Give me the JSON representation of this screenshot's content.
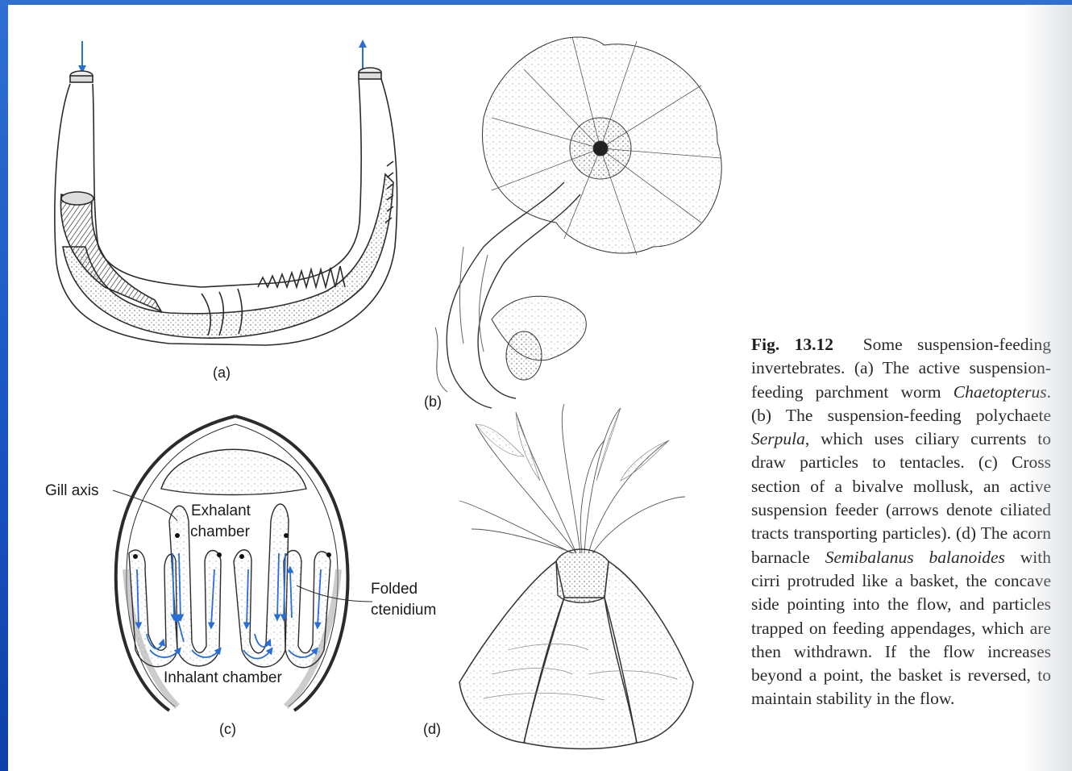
{
  "figure": {
    "panels": {
      "a": "(a)",
      "b": "(b)",
      "c": "(c)",
      "d": "(d)"
    },
    "labels": {
      "gill_axis": "Gill axis",
      "exhalant": "Exhalant",
      "chamber": "chamber",
      "folded": "Folded",
      "ctenidium": "ctenidium",
      "inhalant_chamber": "Inhalant chamber"
    },
    "colors": {
      "flow_arrows": "#2a6fd6",
      "line": "#2b2b2b",
      "background_slide": "#1a55c4"
    }
  },
  "caption": {
    "number": "Fig. 13.12",
    "text_1": "Some suspension-feeding invertebrates. (a) The active suspension-feeding parchment worm ",
    "genus_chaetopterus": "Chaetopterus",
    "text_2": ". (b) The suspension-feeding polychaete ",
    "genus_serpula": "Serpula",
    "text_3": ", which uses ciliary currents to draw particles to tentacles. (c) Cross section of a bivalve mollusk, an active suspension feeder (arrows denote ciliated tracts transporting particles). (d) The acorn barnacle ",
    "species_semibalanus": "Semibalanus balanoides",
    "text_4": " with cirri protruded like a basket, the concave side pointing into the flow, and particles trapped on feeding appendages, which are then withdrawn. If the flow increases beyond a point, the basket is reversed, to maintain stability in the flow."
  }
}
